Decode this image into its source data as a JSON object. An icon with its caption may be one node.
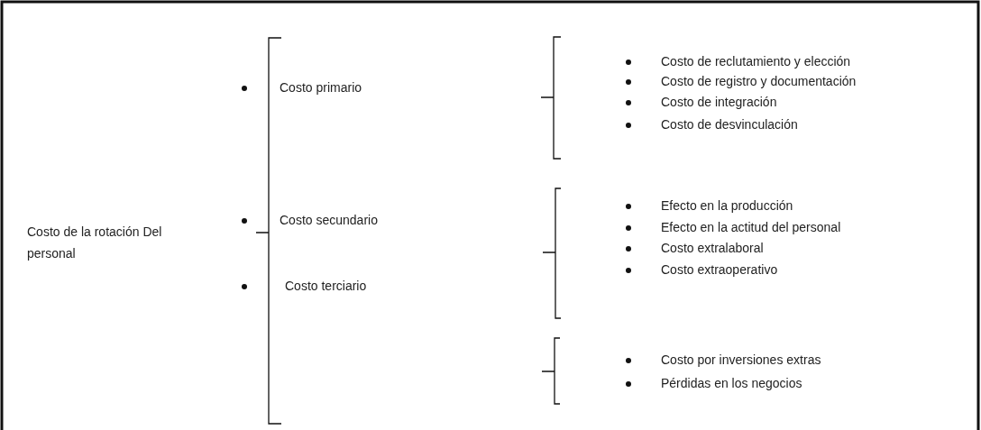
{
  "diagram": {
    "labels": [
      "Costo de la rotación Del personal",
      "Costo primario",
      "Costo de reclutamiento y elección",
      "Costo de registro y documentación",
      "Costo de integración",
      "Costo de desvinculación",
      "Costo secundario",
      "Efecto en la producción",
      "Efecto en la actitud del personal",
      "Costo extralaboral",
      "Costo extraoperativo",
      "Costo terciario",
      "Costo por inversiones extras",
      "Pérdidas en los negocios"
    ]
  }
}
